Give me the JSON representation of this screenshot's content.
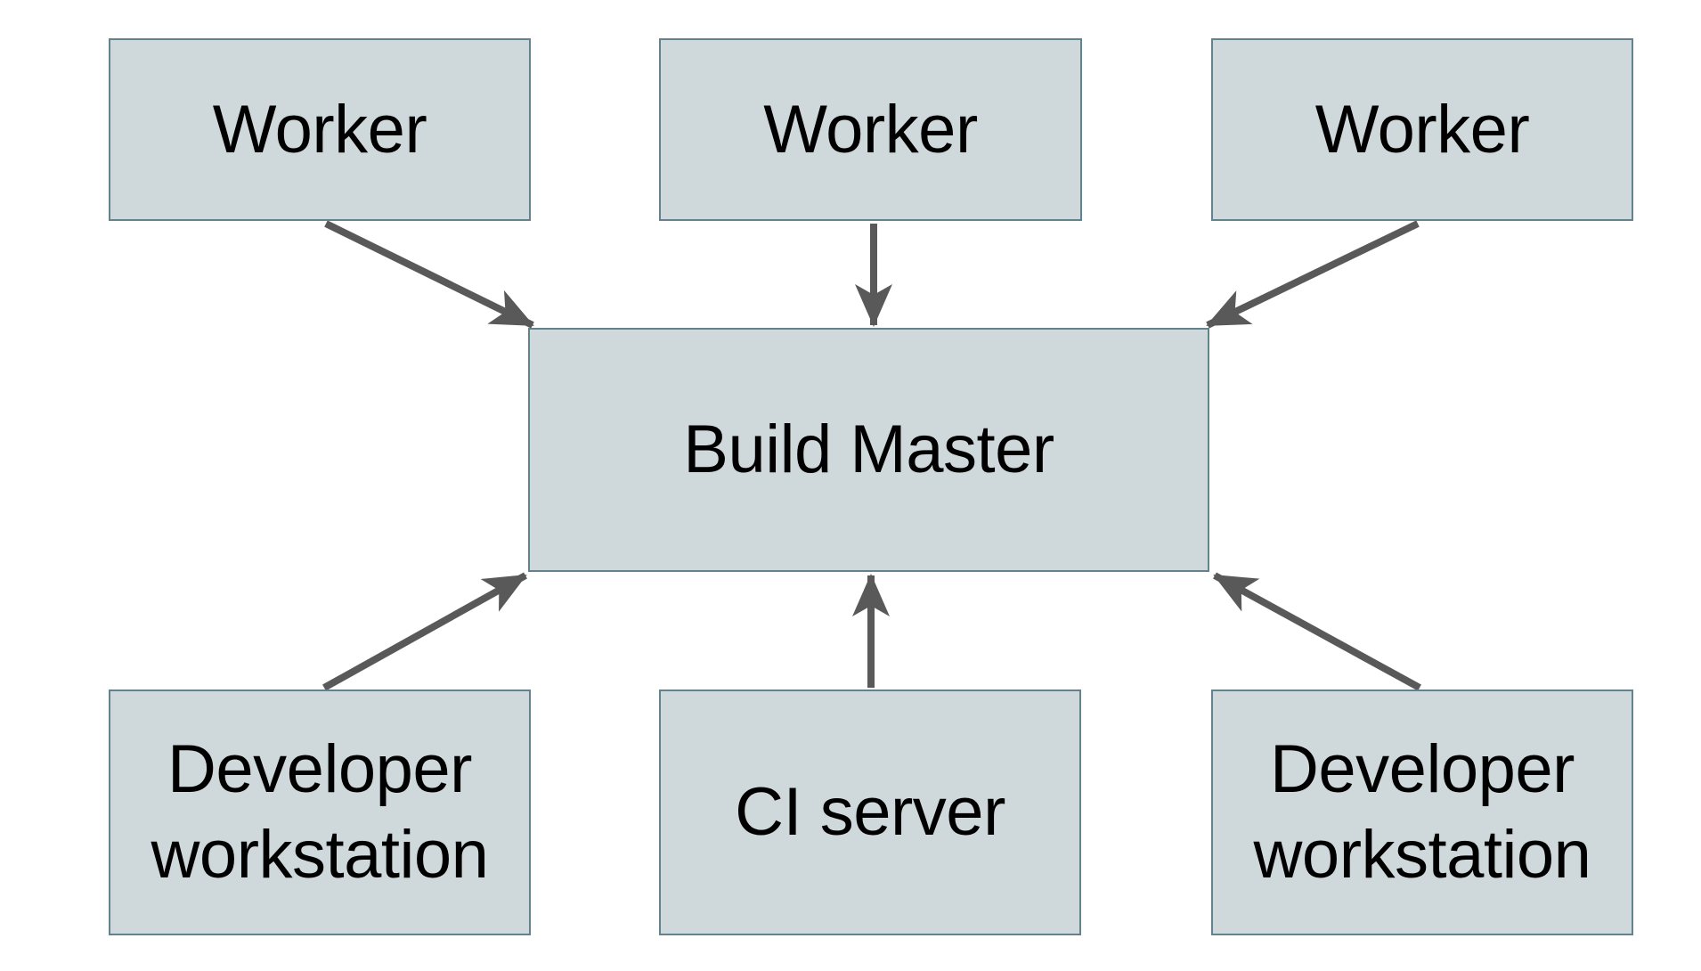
{
  "diagram": {
    "title": "",
    "colors": {
      "background": "#ffffff",
      "node_fill": "#cfd8db",
      "node_border": "#64828e",
      "arrow": "#595959",
      "text": "#000000"
    },
    "nodes": [
      {
        "id": "worker-1",
        "label": "Worker"
      },
      {
        "id": "worker-2",
        "label": "Worker"
      },
      {
        "id": "worker-3",
        "label": "Worker"
      },
      {
        "id": "build-master",
        "label": "Build Master"
      },
      {
        "id": "dev-workstation-left",
        "label": "Developer workstation"
      },
      {
        "id": "ci-server",
        "label": "CI server"
      },
      {
        "id": "dev-workstation-right",
        "label": "Developer workstation"
      }
    ],
    "edges": [
      {
        "from": "worker-1",
        "to": "build-master"
      },
      {
        "from": "worker-2",
        "to": "build-master"
      },
      {
        "from": "worker-3",
        "to": "build-master"
      },
      {
        "from": "dev-workstation-left",
        "to": "build-master"
      },
      {
        "from": "ci-server",
        "to": "build-master"
      },
      {
        "from": "dev-workstation-right",
        "to": "build-master"
      }
    ]
  }
}
